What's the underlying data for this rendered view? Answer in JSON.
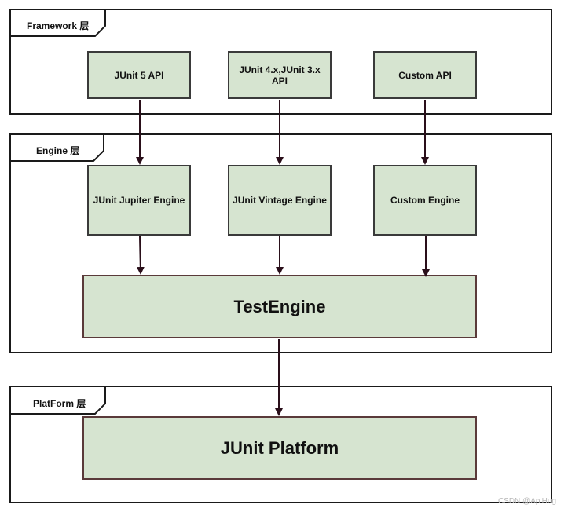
{
  "layers": {
    "framework": {
      "label": "Framework 层"
    },
    "engine": {
      "label": "Engine 层"
    },
    "platform": {
      "label": "PlatForm 层"
    }
  },
  "framework_nodes": {
    "junit5": "JUnit 5 API",
    "junit4": "JUnit 4.x,JUnit 3.x API",
    "custom": "Custom API"
  },
  "engine_nodes": {
    "jupiter": "JUnit Jupiter Engine",
    "vintage": "JUnit Vintage Engine",
    "custom": "Custom Engine"
  },
  "test_engine": "TestEngine",
  "platform_node": "JUnit Platform",
  "watermark": "CSDN @ApiHug",
  "colors": {
    "node_fill": "#d6e4d0",
    "arrow": "#2a0f1a",
    "border": "#1a1a1a"
  }
}
